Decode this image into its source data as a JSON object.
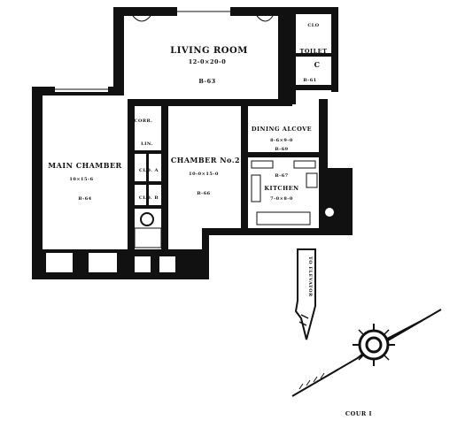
{
  "plan": {
    "living_room": {
      "name": "LIVING ROOM",
      "dims": "12-0×20-0",
      "ref": "B-63"
    },
    "closet_top": "CLO",
    "toilet": {
      "name": "TOILET",
      "closet": "C",
      "ref": "B-61"
    },
    "main_chamber": {
      "name": "MAIN CHAMBER",
      "dims": "10×15-6",
      "ref": "B-64"
    },
    "corridor": "CORR.",
    "closet_a": "CLO. A",
    "closet_b": "CLO. B",
    "linen": "LIN.",
    "chamber_2": {
      "name": "CHAMBER No.2",
      "dims": "10-0×15-0",
      "ref": "B-66"
    },
    "dining_alcove": {
      "name": "DINING ALCOVE",
      "dims": "8-6×9-0",
      "ref": "B-69"
    },
    "kitchen": {
      "name": "KITCHEN",
      "dims": "7-0×8-0",
      "ref": "B-67"
    },
    "arrow_text": "TO ELEVATOR",
    "court_label": "COUR I"
  }
}
